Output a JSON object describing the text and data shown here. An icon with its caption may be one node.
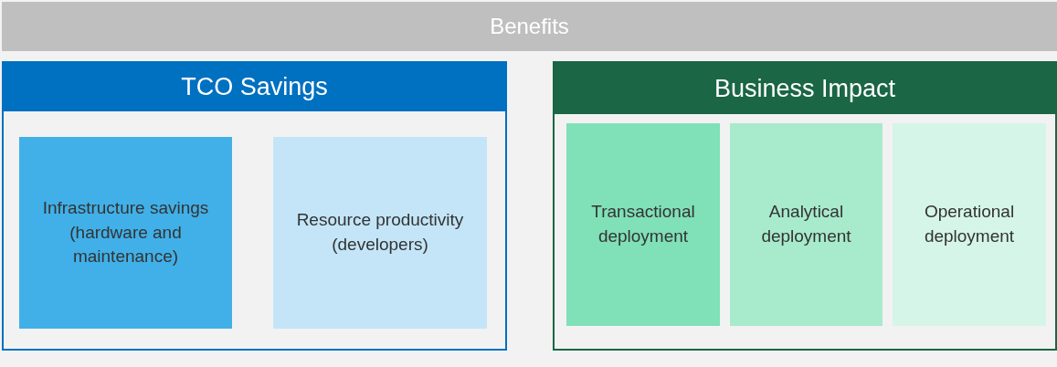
{
  "diagram": {
    "nodes": [
      {
        "text": [
          "Benefits"
        ]
      },
      {
        "text": [
          "TCO Savings"
        ]
      },
      {
        "text": [
          "Infrastructure savings (hardware and maintenance)"
        ],
        "in": 1
      },
      {
        "text": [
          "Resource productivity (developers)"
        ],
        "in": 1
      },
      {
        "text": [
          "Business Impact"
        ]
      },
      {
        "text": [
          "Transactional deployment"
        ],
        "in": 4
      },
      {
        "text": [
          "Analytical deployment"
        ],
        "in": 4
      },
      {
        "text": [
          "Operational deployment"
        ],
        "in": 4
      }
    ]
  }
}
